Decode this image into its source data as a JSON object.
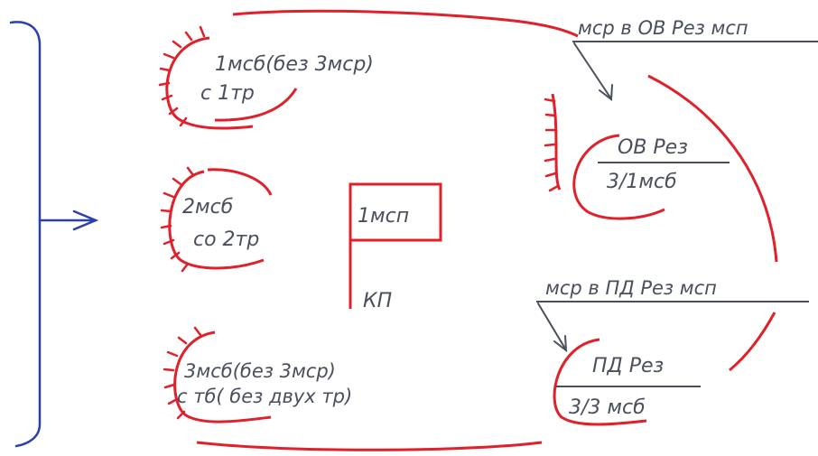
{
  "colors": {
    "paper": "#ffffff",
    "pencil": "#4a4f5c",
    "red": "#e0202a",
    "blue": "#2a3fb0"
  },
  "units": {
    "unit1": {
      "line1": "1мсб(без 3мср)",
      "line2": "с 1тр"
    },
    "unit2": {
      "line1": "2мсб",
      "line2": "со 2тр"
    },
    "unit3": {
      "line1": "3мсб(без 3мср)",
      "line2": "с тб( без двух тр)"
    }
  },
  "flag": {
    "label": "1мсп",
    "post_label": "КП"
  },
  "reserve_ov": {
    "heading": "мср в ОВ Рез мсп",
    "numerator": "ОВ Рез",
    "denominator": "3/1мсб"
  },
  "reserve_pd": {
    "heading": "мср в ПД Рез мсп",
    "numerator": "ПД Рез",
    "denominator": "3/3 мсб"
  },
  "icons": {
    "bracket": "blue-bracket-icon",
    "arrow": "direction-arrow-icon",
    "flag": "command-post-flag-icon"
  }
}
